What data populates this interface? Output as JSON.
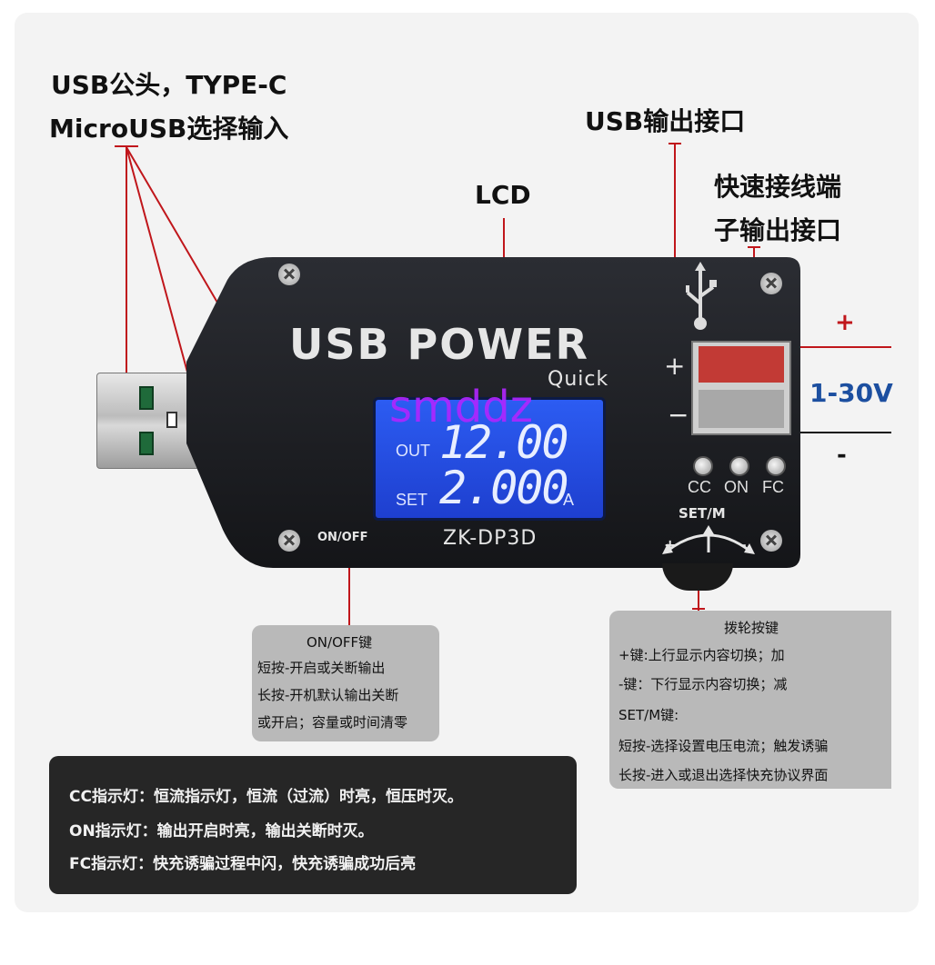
{
  "callouts": {
    "usb_male_line1": "USB公头，TYPE-C",
    "usb_male_line2": "MicroUSB选择输入",
    "lcd": "LCD",
    "usb_out": "USB输出接口",
    "terminal_line1": "快速接线端",
    "terminal_line2": "子输出接口",
    "plus": "+",
    "minus": "-",
    "voltage_range": "1-30V"
  },
  "device": {
    "brand": "USB POWER",
    "brand_sub": "Quick",
    "model": "ZK-DP3D",
    "onoff_label": "ON/OFF",
    "lcd_out_label": "OUT",
    "lcd_out_value": "12.00",
    "lcd_set_label": "SET",
    "lcd_set_value": "2.000",
    "lcd_set_unit": "A",
    "led_cc": "CC",
    "led_on": "ON",
    "led_fc": "FC",
    "set_m": "SET/M",
    "dial_plus": "+",
    "dial_minus": "-",
    "terminal_plus": "+",
    "terminal_minus": "−"
  },
  "watermark": "smddz",
  "onoff_panel": {
    "title": "ON/OFF键",
    "line1": "短按-开启或关断输出",
    "line2": "长按-开机默认输出关断",
    "line3": "或开启；容量或时间清零"
  },
  "dial_panel": {
    "title": "拨轮按键",
    "line1": "+键:上行显示内容切换；加",
    "line2": "-键：下行显示内容切换；减",
    "line3": "SET/M键:",
    "line4": "短按-选择设置电压电流；触发诱骗",
    "line5": "长按-进入或退出选择快充协议界面"
  },
  "indicator_panel": {
    "line1": "CC指示灯：恒流指示灯，恒流（过流）时亮，恒压时灭。",
    "line2": "ON指示灯：输出开启时亮，输出关断时灭。",
    "line3": "FC指示灯：快充诱骗过程中闪，快充诱骗成功后亮"
  },
  "colors": {
    "leader_line": "#c0161b",
    "lcd_blue": "#2c5cf2",
    "terminal_red": "#c23a35",
    "voltage_text": "#1c4fa0"
  }
}
